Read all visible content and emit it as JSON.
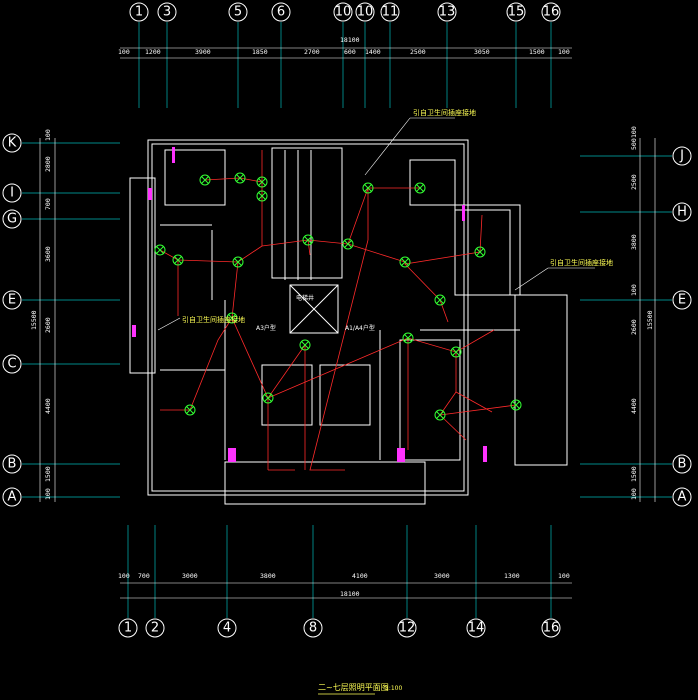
{
  "top_axes": [
    "1",
    "3",
    "5",
    "6",
    "10",
    "10",
    "11",
    "13",
    "15",
    "16"
  ],
  "top_axes_x": [
    139,
    167,
    238,
    281,
    343,
    365,
    390,
    447,
    516,
    551
  ],
  "top_dims": [
    "100",
    "1200",
    "3900",
    "1850",
    "2700",
    "600",
    "1400",
    "2500",
    "3050",
    "1500",
    "100"
  ],
  "top_total": "18100",
  "bottom_axes": [
    "1",
    "2",
    "4",
    "8",
    "12",
    "14",
    "16"
  ],
  "bottom_axes_x": [
    128,
    155,
    227,
    313,
    407,
    476,
    551
  ],
  "bottom_dims": [
    "100",
    "700",
    "3000",
    "3800",
    "4100",
    "3000",
    "1300",
    "100"
  ],
  "bottom_total": "18100",
  "left_axes": [
    "K",
    "I",
    "G",
    "E",
    "C",
    "B",
    "A"
  ],
  "left_axes_y": [
    143,
    193,
    219,
    300,
    364,
    464,
    497
  ],
  "left_dims": [
    "100",
    "2800",
    "700",
    "3600",
    "2600",
    "4400",
    "1500",
    "100"
  ],
  "left_total": "15500",
  "right_axes": [
    "J",
    "H",
    "E",
    "B",
    "A"
  ],
  "right_axes_y": [
    156,
    212,
    300,
    464,
    497
  ],
  "right_dims": [
    "100",
    "500",
    "2500",
    "3800",
    "100",
    "2600",
    "4400",
    "1500",
    "100"
  ],
  "right_total": "15500",
  "annotations": {
    "riser_top": "引自卫生间插座接地",
    "riser_right": "引自卫生间插座接地",
    "riser_left": "引自卫生间插座接地",
    "unit_left": "A3户型",
    "unit_right": "A1/A4户型",
    "elevator": "电梯井"
  },
  "drawing_title": "二~七层照明平面图",
  "drawing_scale": "1:100",
  "colors": {
    "grid": "#00b7b7",
    "wire": "#ff2a2a",
    "fixture": "#33ff33",
    "wall": "#ffffff",
    "accent": "#ff33ff"
  }
}
